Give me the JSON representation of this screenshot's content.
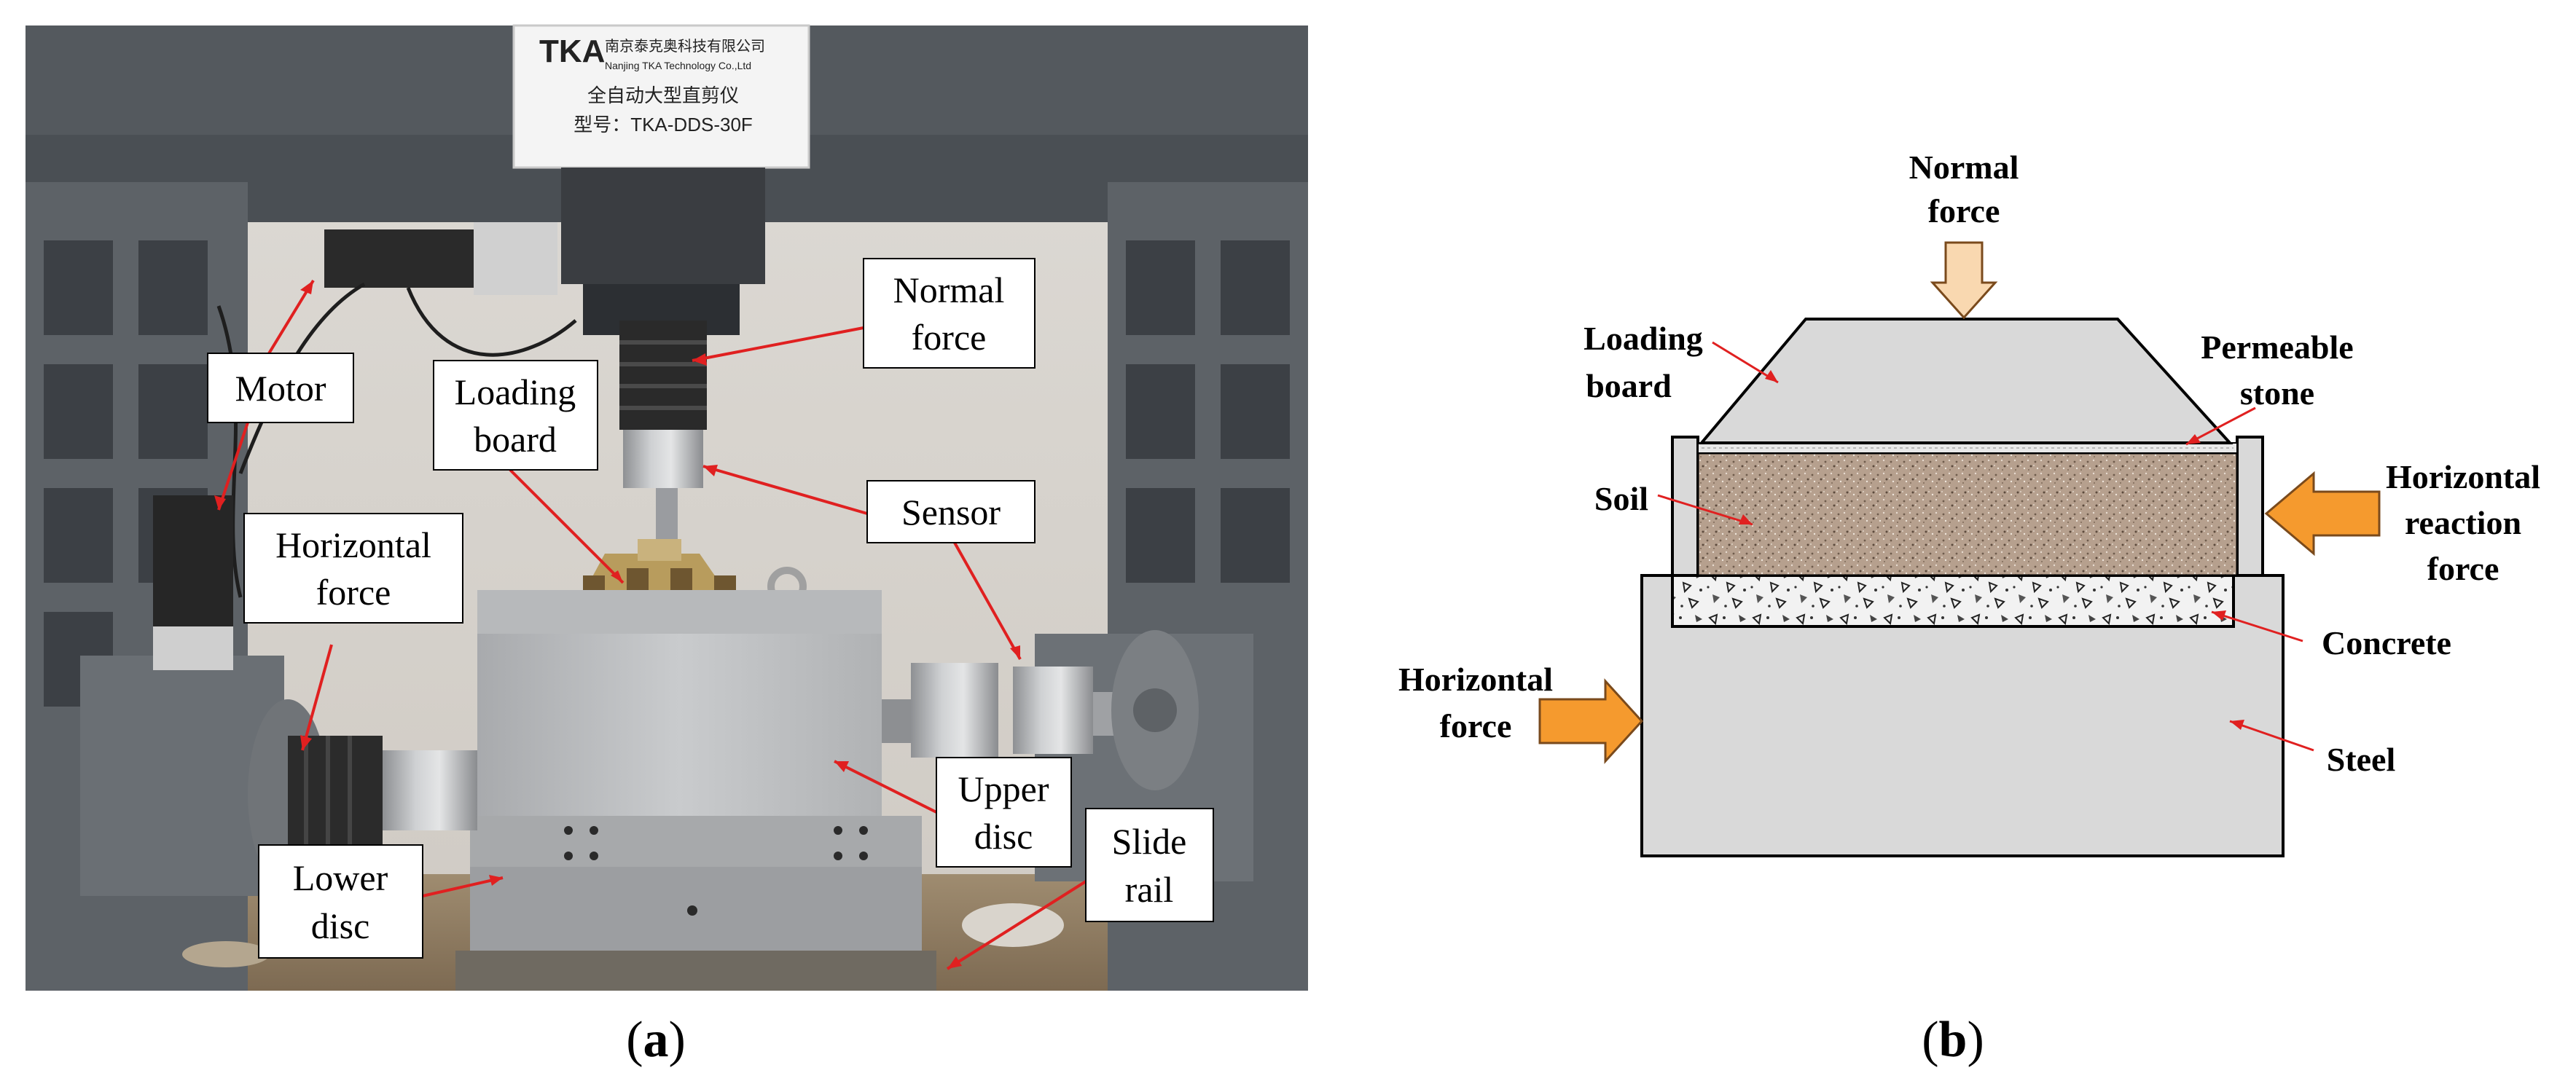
{
  "panel_a": {
    "caption_open": "(",
    "caption_letter": "a",
    "caption_close": ")",
    "machine_brand": "TKA",
    "machine_company_cn": "南京泰克奥科技有限公司",
    "machine_company_en": "Nanjing TKA Technology Co.,Ltd",
    "machine_name_cn": "全自动大型直剪仪",
    "machine_model": "型号：TKA-DDS-30F",
    "labels": {
      "motor": "Motor",
      "loading_board_1": "Loading",
      "loading_board_2": "board",
      "normal_force_1": "Normal",
      "normal_force_2": "force",
      "sensor": "Sensor",
      "horizontal_force_1": "Horizontal",
      "horizontal_force_2": "force",
      "upper_disc_1": "Upper",
      "upper_disc_2": "disc",
      "slide_rail_1": "Slide",
      "slide_rail_2": "rail",
      "lower_disc_1": "Lower",
      "lower_disc_2": "disc"
    }
  },
  "panel_b": {
    "caption_open": "(",
    "caption_letter": "b",
    "caption_close": ")",
    "labels": {
      "normal_force_1": "Normal",
      "normal_force_2": "force",
      "loading_board_1": "Loading",
      "loading_board_2": "board",
      "permeable_stone_1": "Permeable",
      "permeable_stone_2": "stone",
      "soil": "Soil",
      "horizontal_reaction_force_1": "Horizontal",
      "horizontal_reaction_force_2": "reaction",
      "horizontal_reaction_force_3": "force",
      "concrete": "Concrete",
      "horizontal_force_1": "Horizontal",
      "horizontal_force_2": "force",
      "steel": "Steel"
    },
    "colors": {
      "arrow_fill": "#f59a2e",
      "arrow_light": "#f9d8b0",
      "board_fill": "#d9d9d9",
      "soil_fill": "#b6a08e",
      "leader": "#e02020"
    }
  }
}
